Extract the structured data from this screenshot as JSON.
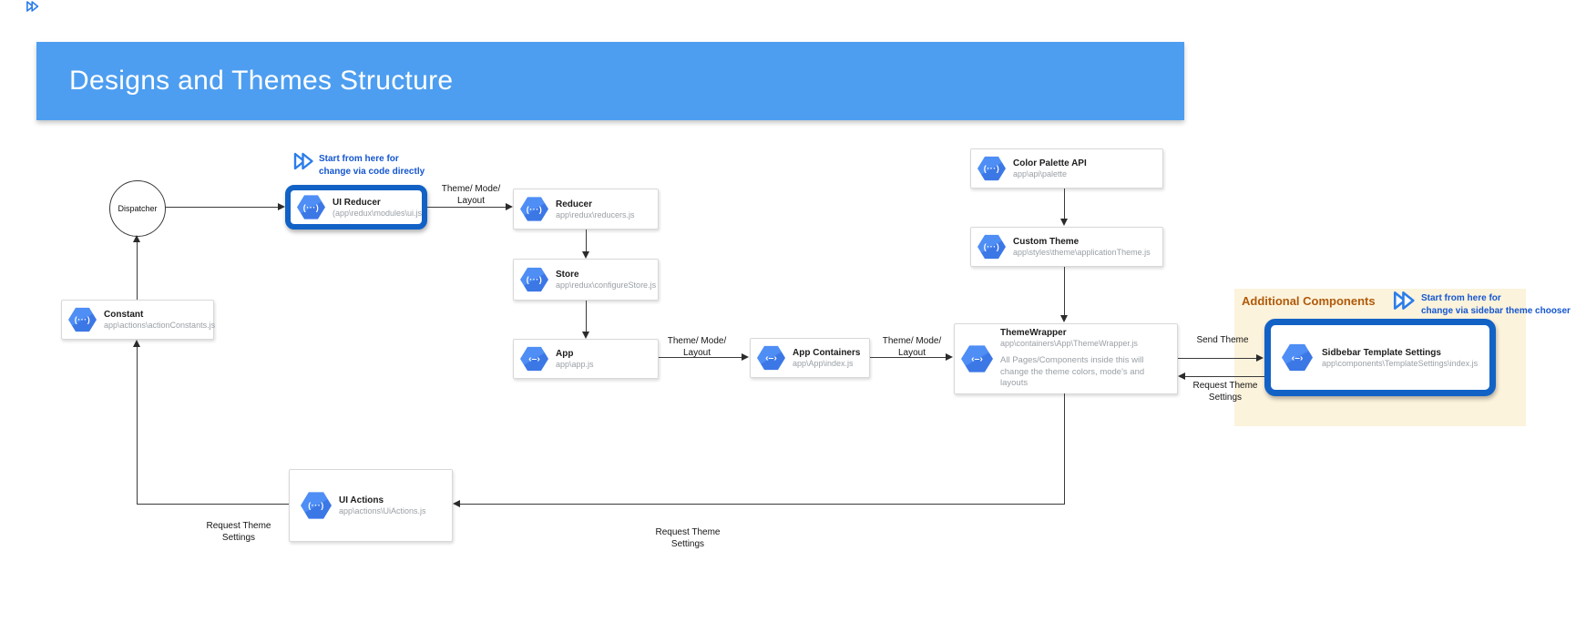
{
  "banner": {
    "title": "Designs and Themes Structure"
  },
  "region": {
    "title": "Additional Components"
  },
  "annotations": {
    "code": "Start from here for\nchange via code directly",
    "sidebar": "Start from here for\nchange via sidebar theme chooser"
  },
  "icons": {
    "code_glyph": "(···)",
    "arrow_glyph": "‹–›"
  },
  "nodes": {
    "dispatcher": {
      "label": "Dispatcher"
    },
    "ui_reducer": {
      "title": "UI Reducer",
      "path": "(app\\redux\\modules\\ui.js"
    },
    "reducer": {
      "title": "Reducer",
      "path": "app\\redux\\reducers.js"
    },
    "store": {
      "title": "Store",
      "path": "app\\redux\\configureStore.js"
    },
    "app": {
      "title": "App",
      "path": "app\\app.js"
    },
    "app_containers": {
      "title": "App Containers",
      "path": "app\\App\\index.js"
    },
    "theme_wrapper": {
      "title": "ThemeWrapper",
      "path": "app\\containers\\App\\ThemeWrapper.js",
      "description": "All Pages/Components inside this will change the theme colors, mode's and layouts"
    },
    "color_palette_api": {
      "title": "Color Palette API",
      "path": "app\\api\\palette"
    },
    "custom_theme": {
      "title": "Custom Theme",
      "path": "app\\styles\\theme\\applicationTheme.js"
    },
    "sidebar_template_settings": {
      "title": "Sidbebar Template Settings",
      "path": "app\\components\\TemplateSettings\\index.js"
    },
    "constant": {
      "title": "Constant",
      "path": "app\\actions\\actionConstants.js"
    },
    "ui_actions": {
      "title": "UI Actions",
      "path": "app\\actions\\UiActions.js"
    }
  },
  "edge_labels": {
    "tml_reducer": "Theme/ Mode/\nLayout",
    "tml_app": "Theme/ Mode/\nLayout",
    "tml_wrapper": "Theme/ Mode/\nLayout",
    "send_theme": "Send Theme",
    "request_right": "Request Theme\nSettings",
    "request_middle": "Request Theme\nSettings",
    "request_left": "Request Theme\nSettings"
  },
  "colors": {
    "banner_blue": "#4D9EF0",
    "highlight_border_blue": "#1262C6",
    "hexagon_blue": "#4285F4",
    "annotation_blue": "#1456D0",
    "region_background": "#FCF3DC",
    "region_title_brown": "#B05A0A",
    "path_text_gray": "#9AA0A6",
    "line_dark": "#3A3A3A"
  }
}
